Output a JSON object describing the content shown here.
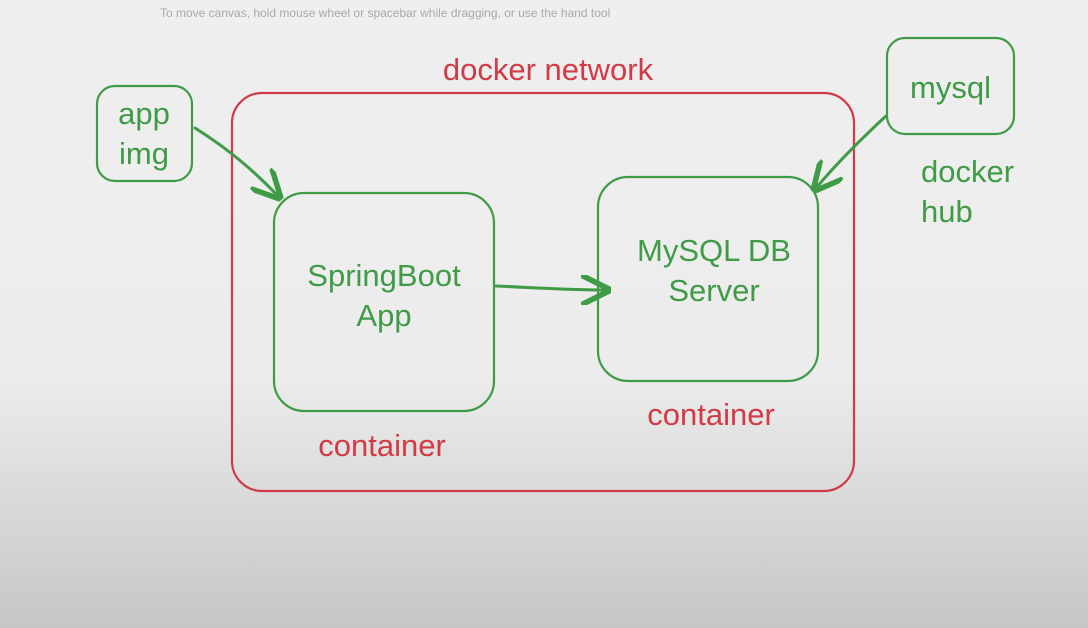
{
  "hint": "To move canvas, hold mouse wheel or spacebar while dragging, or use the hand tool",
  "colors": {
    "green": "#3f9b45",
    "red": "#d23a45",
    "arrow": "#3f9b45"
  },
  "diagram": {
    "network_label": "docker network",
    "app_img_label": "app\nimg",
    "mysql_label": "mysql",
    "docker_hub_label": "docker\nhub",
    "springboot_label": "SpringBoot\nApp",
    "mysql_server_label": "MySQL DB\nServer",
    "container_left_label": "container",
    "container_right_label": "container"
  }
}
